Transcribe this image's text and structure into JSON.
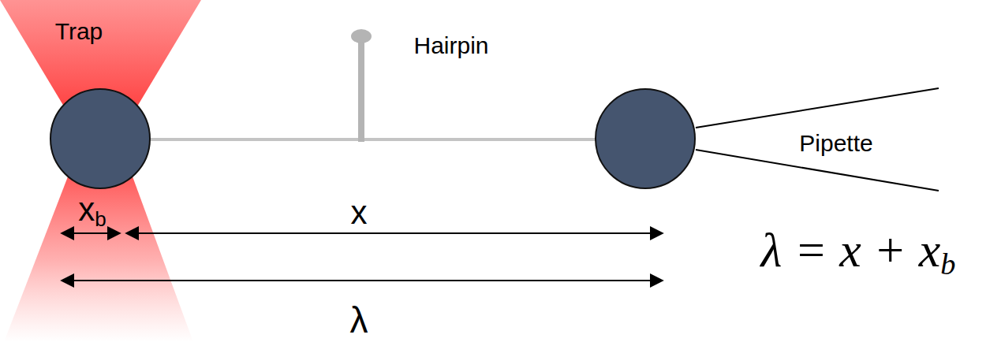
{
  "diagram": {
    "labels": [
      "Trap",
      "Hairpin",
      "Pipette",
      "xb",
      "x",
      "λ",
      "λ = x + xb"
    ]
  }
}
